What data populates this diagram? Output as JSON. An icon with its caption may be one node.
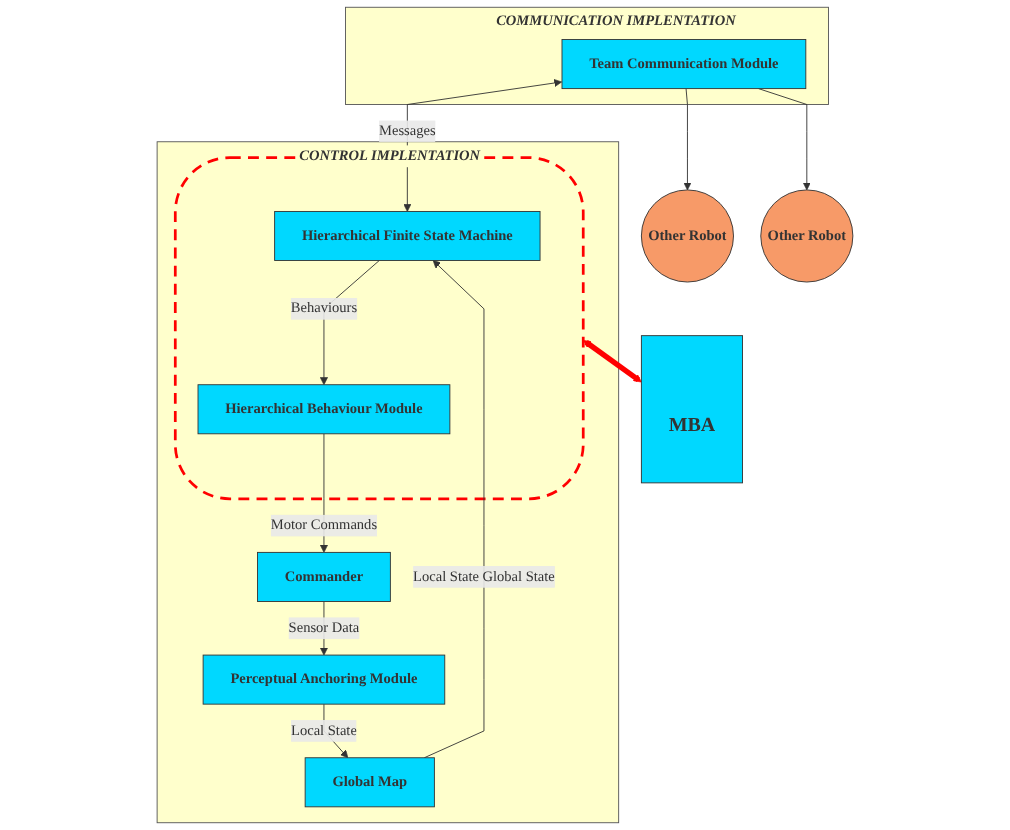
{
  "diagram": {
    "nodes": [
      {
        "text": [
          "COMMUNICATION IMPLENTATION"
        ]
      },
      {
        "text": [
          "Team Communication Module"
        ],
        "in": 0
      },
      {
        "text": [
          "Other Robot"
        ]
      },
      {
        "text": [
          "Other Robot"
        ]
      },
      {
        "text": [
          "CONTROL IMPLENTATION"
        ]
      },
      {
        "text": [
          "Global Map"
        ],
        "in": 4
      },
      {
        "text": [],
        "shape": "ellipse",
        "in": 4
      },
      {
        "text": [
          "Hierarchical Finite State Machine"
        ],
        "in": 6
      },
      {
        "text": [
          "Perceptual Anchoring Module"
        ],
        "in": 4
      },
      {
        "text": [
          "Hierarchical Behaviour Module"
        ],
        "in": 6
      },
      {
        "text": [
          "Commander"
        ],
        "in": 4
      },
      {
        "text": [
          "MBA"
        ]
      }
    ],
    "edges": [
      {
        "from": 1,
        "to": 2,
        "arrow": "to"
      },
      {
        "from": 1,
        "to": 3,
        "arrow": "to"
      },
      {
        "from": 1,
        "to": 7,
        "arrow": "both",
        "label": "Messages"
      },
      {
        "from": 5,
        "to": 7,
        "arrow": "to",
        "label": "Local State Global State"
      },
      {
        "from": 7,
        "to": 9,
        "arrow": "to",
        "label": "Behaviours"
      },
      {
        "from": 9,
        "to": 10,
        "arrow": "to",
        "label": "Motor Commands"
      },
      {
        "from": 10,
        "to": 8,
        "arrow": "to",
        "label": "Sensor Data"
      },
      {
        "from": 8,
        "to": 5,
        "arrow": "to",
        "label": "Local State"
      },
      {
        "from": 6,
        "to": 11,
        "arrow": "both",
        "style": "thick",
        "color": "#ff0000"
      }
    ]
  }
}
